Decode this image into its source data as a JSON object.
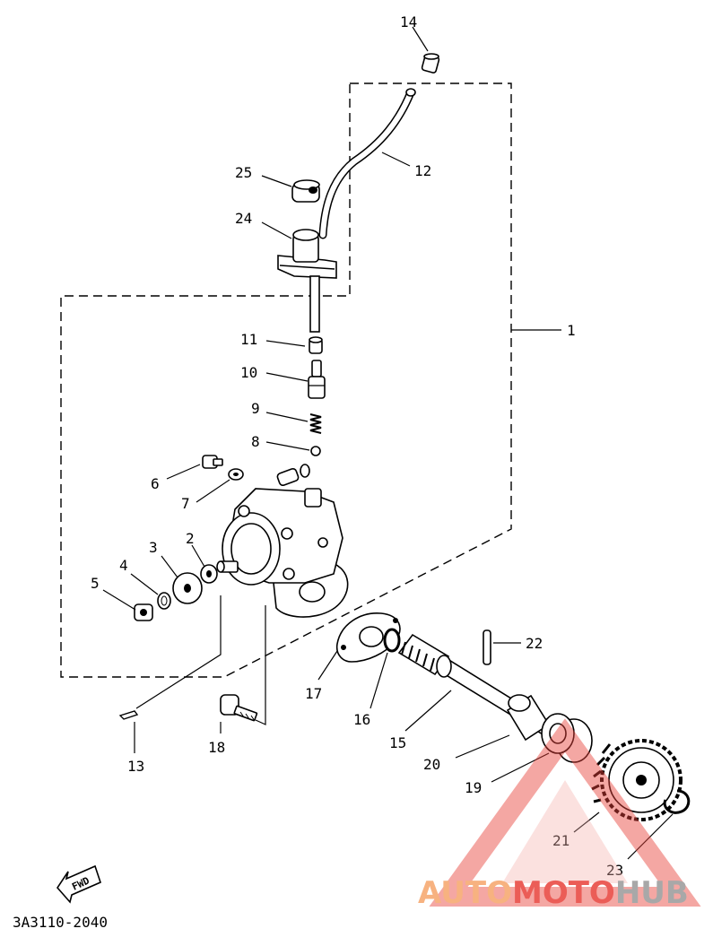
{
  "diagram": {
    "code": "3A3110-2040",
    "fwd_label": "FWD",
    "callouts": [
      "1",
      "2",
      "3",
      "4",
      "5",
      "6",
      "7",
      "8",
      "9",
      "10",
      "11",
      "12",
      "13",
      "14",
      "15",
      "16",
      "17",
      "18",
      "19",
      "20",
      "21",
      "22",
      "23",
      "24",
      "25"
    ]
  },
  "watermark": {
    "part1": "AUTO",
    "part2": "MOTO",
    "part3": "HUB",
    "color_auto": "#f6a56a",
    "color_moto": "#e8413a",
    "color_hub": "#9a9a9a"
  }
}
